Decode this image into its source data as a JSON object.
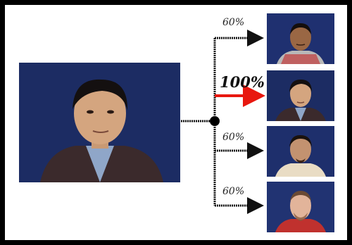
{
  "matches": [
    {
      "score_label": "60%",
      "highlight": false
    },
    {
      "score_label": "100%",
      "highlight": true
    },
    {
      "score_label": "60%",
      "highlight": false
    },
    {
      "score_label": "60%",
      "highlight": false
    }
  ],
  "colors": {
    "background_frame": "#000000",
    "canvas": "#ffffff",
    "photo_bg": "#1b2a5e",
    "best_arrow": "#e8170f",
    "normal_arrow": "#111111"
  }
}
